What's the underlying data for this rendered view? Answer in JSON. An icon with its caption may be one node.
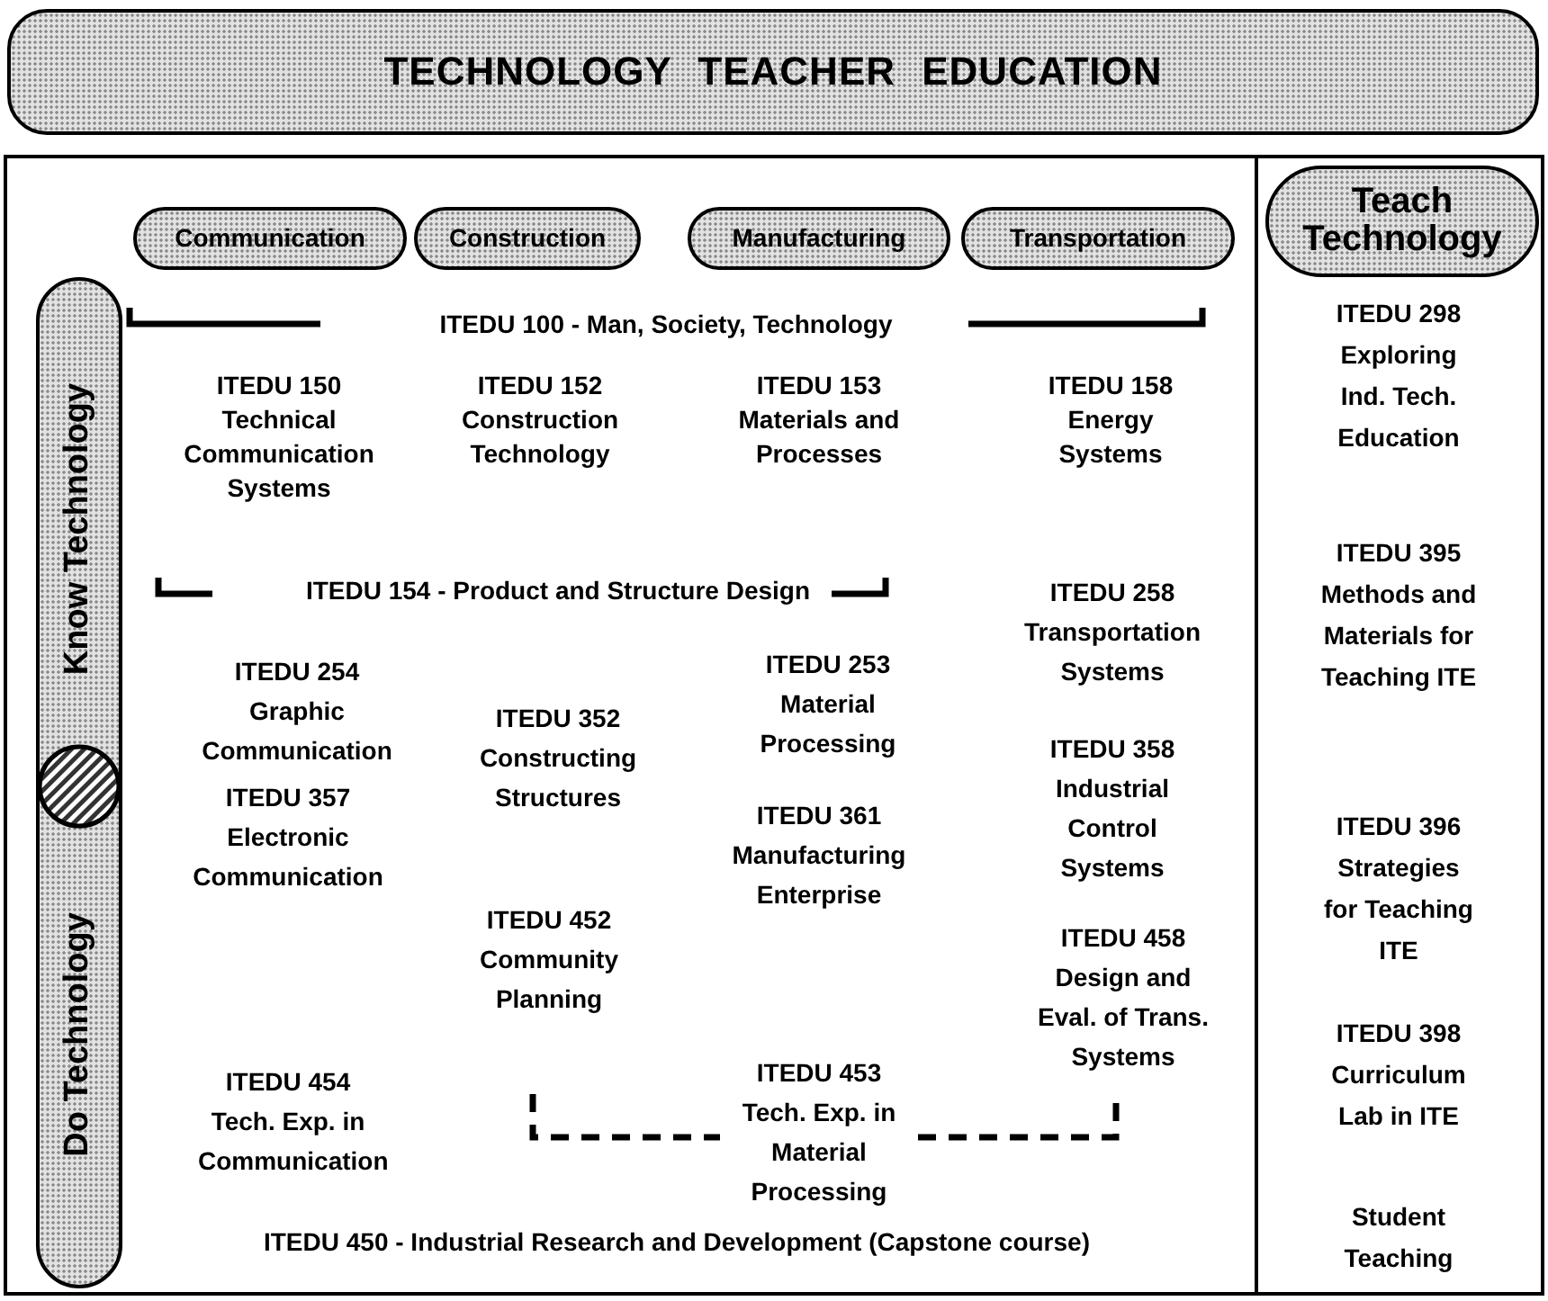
{
  "diagram": {
    "title": "TECHNOLOGY TEACHER EDUCATION",
    "nodes": [
      {
        "text": [],
        "shape": "box"
      },
      {
        "text": [
          "Communication"
        ],
        "in": 0
      },
      {
        "text": [
          "Construction"
        ],
        "in": 0
      },
      {
        "text": [
          "Manufacturing"
        ],
        "in": 0
      },
      {
        "text": [
          "Transportation"
        ],
        "in": 0
      },
      {
        "text": [
          "Know Technology",
          "Do Technology"
        ],
        "in": 0
      },
      {
        "text": [],
        "shape": "box"
      },
      {
        "text": [
          "Teach Technology"
        ],
        "in": 6
      }
    ],
    "labels": [
      "ITEDU 100 - Man, Society, Technology",
      "ITEDU 150 Technical Communication Systems",
      "ITEDU 152 Construction Technology",
      "ITEDU 153 Materials and Processes",
      "ITEDU 158 Energy Systems",
      "ITEDU 154 - Product and Structure Design",
      "ITEDU 258 Transportation Systems",
      "ITEDU 254 Graphic Communication",
      "ITEDU 253 Material Processing",
      "ITEDU 352 Constructing Structures",
      "ITEDU 358 Industrial Control Systems",
      "ITEDU 357 Electronic Communication",
      "ITEDU 361 Manufacturing Enterprise",
      "ITEDU 452 Community Planning",
      "ITEDU 458 Design and Eval. of Trans. Systems",
      "ITEDU 454 Tech. Exp. in Communication",
      "ITEDU 453 Tech. Exp. in Material Processing",
      "ITEDU 450 - Industrial Research and Development (Capstone course)",
      "ITEDU 298 Exploring Ind. Tech. Education",
      "ITEDU 395 Methods and Materials for Teaching ITE",
      "ITEDU 396 Strategies for Teaching ITE",
      "ITEDU 398 Curriculum Lab in ITE",
      "Student Teaching"
    ]
  }
}
